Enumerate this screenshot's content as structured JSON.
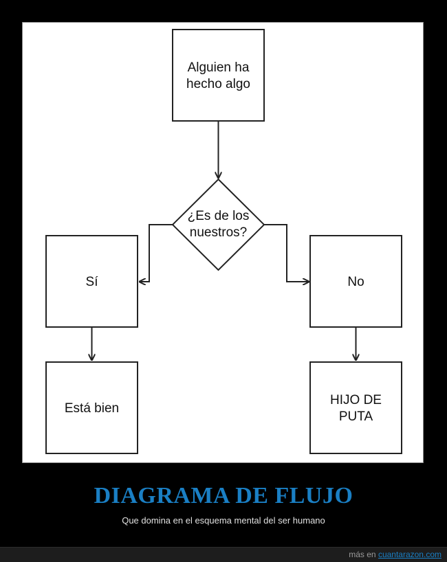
{
  "diagram": {
    "nodes": {
      "start": {
        "lines": [
          "Alguien ha",
          "hecho algo"
        ]
      },
      "decision": {
        "lines": [
          "¿Es de los",
          "nuestros?"
        ]
      },
      "yes": {
        "lines": [
          "Sí"
        ]
      },
      "no": {
        "lines": [
          "No"
        ]
      },
      "yes_result": {
        "lines": [
          "Está bien"
        ]
      },
      "no_result": {
        "lines": [
          "HIJO DE",
          "PUTA"
        ]
      }
    },
    "colors": {
      "stroke": "#222222",
      "background": "#ffffff",
      "text": "#111111"
    }
  },
  "caption": {
    "title": "DIAGRAMA DE FLUJO",
    "subtitle": "Que domina en el esquema mental del ser humano",
    "title_color": "#1a7fc4"
  },
  "footer": {
    "prefix": "más en",
    "link": "cuantarazon.com",
    "link_color": "#1a7fc4"
  }
}
